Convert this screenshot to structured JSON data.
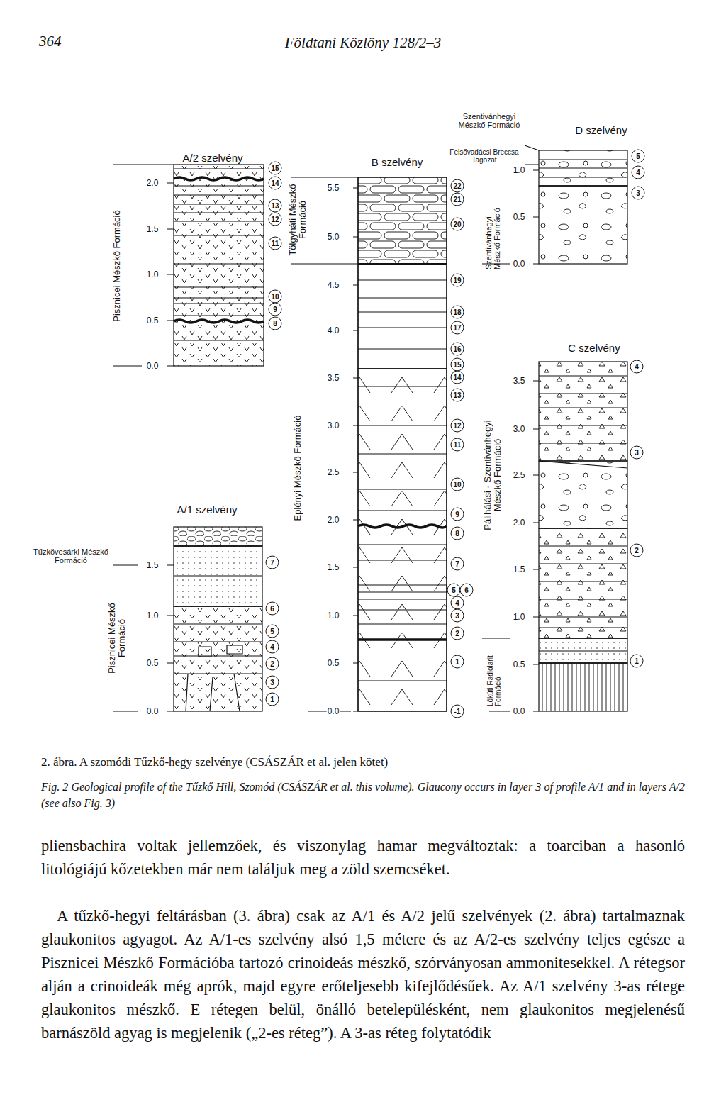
{
  "diagram": {
    "caption": "2. ábra. A szomódi Tűzkő-hegy szelvénye (CSÁSZÁR et al. jelen kötet)",
    "labels": [
      "364",
      "Földtani Közlöny 128/2–3",
      "A/2 szelvény",
      "Pisznicei Mészkő Formáció",
      "2.0",
      "1.5",
      "1.0",
      "0.5",
      "0.0",
      "15",
      "14",
      "13",
      "12",
      "11",
      "10",
      "9",
      "8",
      "A/1 szelvény",
      "Tűzkövesárki Mészkő Formáció",
      "Pisznicei Mészkő Formáció",
      "1.5",
      "1.0",
      "0.5",
      "0.0",
      "7",
      "6",
      "5",
      "4",
      "2",
      "3",
      "1",
      "B szelvény",
      "Tölgyháti Mészkő Formáció",
      "Eplényi Mészkő Formáció",
      "5.5",
      "5.0",
      "4.5",
      "4.0",
      "3.5",
      "3.0",
      "2.5",
      "2.0",
      "1.5",
      "1.0",
      "0.5",
      "0.0",
      "22",
      "21",
      "20",
      "19",
      "18",
      "17",
      "16",
      "15",
      "14",
      "13",
      "12",
      "11",
      "10",
      "9",
      "8",
      "7",
      "5",
      "6",
      "4",
      "3",
      "2",
      "1",
      "-1",
      "D szelvény",
      "Szentivánhegyi Mészkő Formáció",
      "Felsővadácsi Breccsa Tagozat",
      "Szentivánhegyi Mészkő Formáció",
      "1.0",
      "0.5",
      "0.0",
      "5",
      "4",
      "3",
      "C szelvény",
      "Pálihálási - Szentivánhegyi Mészkő Formáció",
      "Lókúti Radiolarit Formáció",
      "3.5",
      "3.0",
      "2.5",
      "2.0",
      "1.5",
      "1.0",
      "0.5",
      "0.0",
      "4",
      "3",
      "2",
      "1",
      "Fig. 2 Geological profile of the Tűzkő Hill, Szomód (CSÁSZÁR et al. this volume). Glaucony occurs in layer 3 of profile A/1 and in layers A/2 (see also Fig. 3)",
      "pliensbachira voltak jellemzőek, és viszonylag hamar megváltoztak: a toarciban a hasonló litológiájú kőzetekben már nem találjuk meg a zöld szemcséket.",
      "A tűzkő-hegyi feltárásban (3. ábra) csak az A/1 és A/2 jelű szelvények (2. ábra) tartalmaznak glaukonitos agyagot. Az A/1-es szelvény alsó 1,5 métere és az A/2-es szelvény teljes egésze a Pisznicei Mészkő Formációba tartozó crinoideás mészkő, szórványosan ammonitesekkel. A rétegsor alján a crinoideák még aprók, majd egyre erőteljesebb kifejlődésűek. Az A/1 szelvény 3-as rétege glaukonitos mészkő. E rétegen belül, önálló betelepülésként, nem glaukonitos megjelenésű barnászöld agyag is megjelenik („2-es réteg”). A 3-as réteg folytatódik"
    ]
  }
}
